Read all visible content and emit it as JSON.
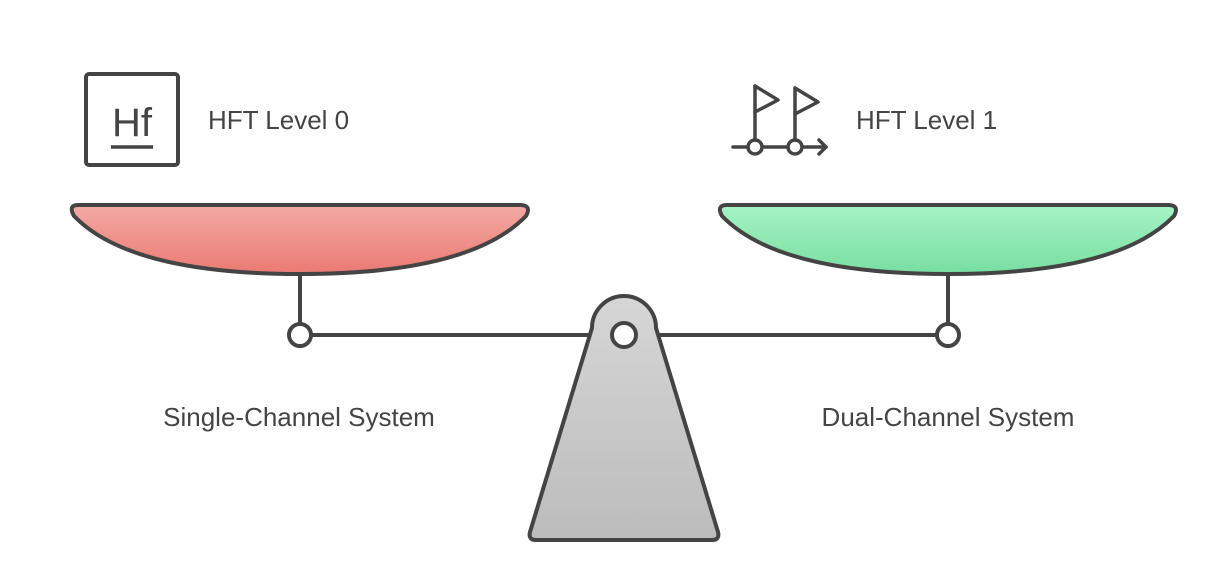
{
  "left": {
    "title": "HFT Level 0",
    "label": "Single-Channel System",
    "icon": "hf-symbol-icon",
    "icon_text": "Hf",
    "color_top": "#f3aaa4",
    "color_bottom": "#ea7a72"
  },
  "right": {
    "title": "HFT Level 1",
    "label": "Dual-Channel System",
    "icon": "flags-timeline-icon",
    "color_top": "#a6f3c6",
    "color_bottom": "#78dea0"
  },
  "colors": {
    "stroke": "#444444",
    "fulcrum_top": "#d6d6d6",
    "fulcrum_bottom": "#bcbcbc"
  }
}
